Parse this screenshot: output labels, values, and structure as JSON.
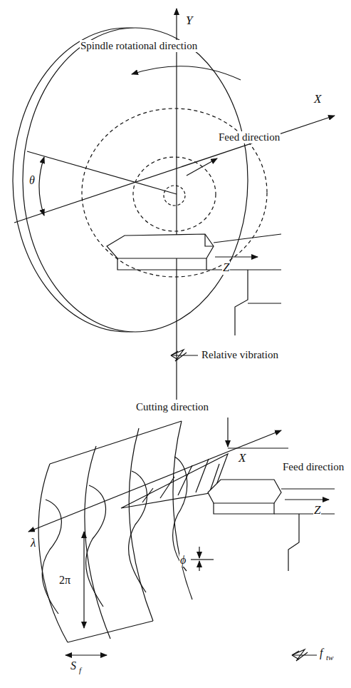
{
  "diagram": {
    "labels": [
      "Y",
      "Spindle rotational direction",
      "X",
      "θ",
      "Feed direction",
      "Z",
      "Relative vibration",
      "Cutting direction",
      "X",
      "Feed direction",
      "λ",
      "Z",
      "ϕ",
      "2π",
      "S",
      "f",
      "f",
      "tw"
    ]
  }
}
